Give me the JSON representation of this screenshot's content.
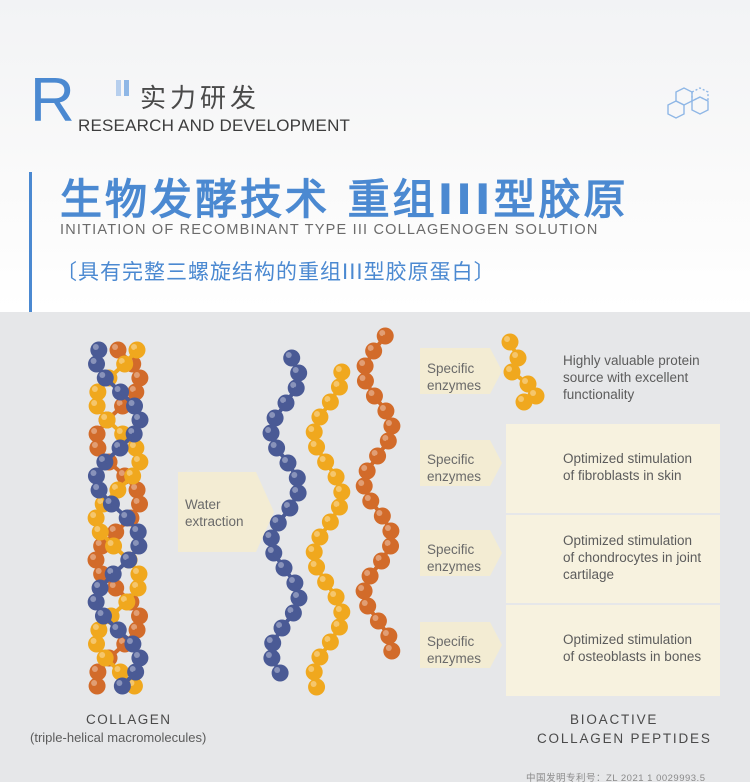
{
  "header": {
    "big_letter": "R",
    "title_cn": "实力研发",
    "title_en": "RESEARCH AND DEVELOPMENT"
  },
  "headline": {
    "main": "生物发酵技术 重组III型胶原",
    "sub": "INITIATION OF RECOMBINANT TYPE III COLLAGENOGEN SOLUTION",
    "bracket": "〔具有完整三螺旋结构的重组III型胶原蛋白〕"
  },
  "diagram": {
    "water_label": "Water\nextraction",
    "enzyme_label": "Specific\nenzymes",
    "outcomes": [
      "Highly valuable protein\nsource with excellent\nfunctionality",
      "Optimized stimulation\nof fibroblasts in skin",
      "Optimized stimulation\nof chondrocytes in joint\ncartilage",
      "Optimized stimulation\nof osteoblasts in bones"
    ],
    "collagen_label": "COLLAGEN",
    "collagen_sub": "(triple-helical macromolecules)",
    "bioactive_label_1": "BIOACTIVE",
    "bioactive_label_2": "COLLAGEN PEPTIDES"
  },
  "footer": {
    "patent": "中国发明专利号：ZL 2021 1 0029993.5"
  },
  "colors": {
    "accent": "#4b89d1",
    "blue_bead": "#4a5a95",
    "orange_bead": "#f0a81e",
    "rust_bead": "#d26b2a",
    "callout": "#f3ecd3",
    "panel": "#e6e7e9"
  },
  "icons": [
    "molecule-hexagon-icon"
  ]
}
